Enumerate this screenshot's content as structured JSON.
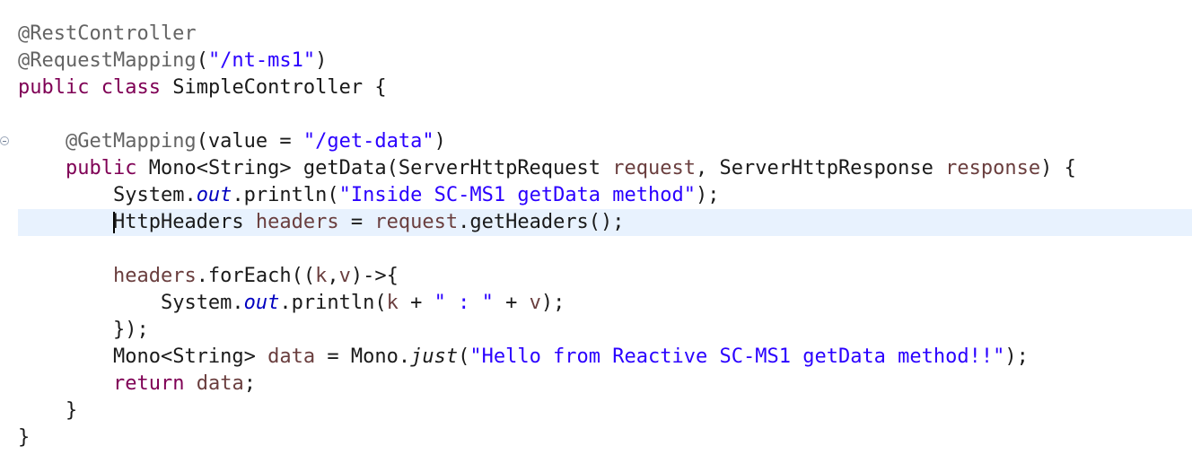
{
  "editor": {
    "lines": [
      {
        "indent": "",
        "tokens": [
          {
            "t": "ann",
            "v": "@RestController"
          }
        ]
      },
      {
        "indent": "",
        "tokens": [
          {
            "t": "ann",
            "v": "@RequestMapping"
          },
          {
            "t": "p",
            "v": "("
          },
          {
            "t": "str",
            "v": "\"/nt-ms1\""
          },
          {
            "t": "p",
            "v": ")"
          }
        ]
      },
      {
        "indent": "",
        "tokens": [
          {
            "t": "kw",
            "v": "public"
          },
          {
            "t": "p",
            "v": " "
          },
          {
            "t": "kw",
            "v": "class"
          },
          {
            "t": "p",
            "v": " SimpleController {"
          }
        ]
      },
      {
        "indent": "",
        "tokens": []
      },
      {
        "indent": "    ",
        "fold": true,
        "tokens": [
          {
            "t": "ann",
            "v": "@GetMapping"
          },
          {
            "t": "p",
            "v": "(value = "
          },
          {
            "t": "str",
            "v": "\"/get-data\""
          },
          {
            "t": "p",
            "v": ")"
          }
        ]
      },
      {
        "indent": "    ",
        "tokens": [
          {
            "t": "kw",
            "v": "public"
          },
          {
            "t": "p",
            "v": " Mono<String> getData(ServerHttpRequest "
          },
          {
            "t": "var",
            "v": "request"
          },
          {
            "t": "p",
            "v": ", ServerHttpResponse "
          },
          {
            "t": "var",
            "v": "response"
          },
          {
            "t": "p",
            "v": ") {"
          }
        ]
      },
      {
        "indent": "        ",
        "tokens": [
          {
            "t": "p",
            "v": "System."
          },
          {
            "t": "fld",
            "v": "out"
          },
          {
            "t": "p",
            "v": ".println("
          },
          {
            "t": "str",
            "v": "\"Inside SC-MS1 getData method\""
          },
          {
            "t": "p",
            "v": ");"
          }
        ]
      },
      {
        "indent": "      ",
        "current": true,
        "caret": true,
        "tokens": [
          {
            "t": "p",
            "v": "HttpHeaders "
          },
          {
            "t": "var",
            "v": "headers"
          },
          {
            "t": "p",
            "v": " = "
          },
          {
            "t": "var",
            "v": "request"
          },
          {
            "t": "p",
            "v": ".getHeaders();"
          }
        ]
      },
      {
        "indent": "",
        "tokens": []
      },
      {
        "indent": "        ",
        "tokens": [
          {
            "t": "var",
            "v": "headers"
          },
          {
            "t": "p",
            "v": ".forEach(("
          },
          {
            "t": "var",
            "v": "k"
          },
          {
            "t": "p",
            "v": ","
          },
          {
            "t": "var",
            "v": "v"
          },
          {
            "t": "p",
            "v": ")->{"
          }
        ]
      },
      {
        "indent": "            ",
        "tokens": [
          {
            "t": "p",
            "v": "System."
          },
          {
            "t": "fld",
            "v": "out"
          },
          {
            "t": "p",
            "v": ".println("
          },
          {
            "t": "var",
            "v": "k"
          },
          {
            "t": "p",
            "v": " + "
          },
          {
            "t": "str",
            "v": "\" : \""
          },
          {
            "t": "p",
            "v": " + "
          },
          {
            "t": "var",
            "v": "v"
          },
          {
            "t": "p",
            "v": ");"
          }
        ]
      },
      {
        "indent": "        ",
        "tokens": [
          {
            "t": "p",
            "v": "});"
          }
        ]
      },
      {
        "indent": "        ",
        "tokens": [
          {
            "t": "p",
            "v": "Mono<String> "
          },
          {
            "t": "var",
            "v": "data"
          },
          {
            "t": "p",
            "v": " = Mono."
          },
          {
            "t": "st",
            "v": "just"
          },
          {
            "t": "p",
            "v": "("
          },
          {
            "t": "str",
            "v": "\"Hello from Reactive SC-MS1 getData method!!\""
          },
          {
            "t": "p",
            "v": ");"
          }
        ]
      },
      {
        "indent": "        ",
        "tokens": [
          {
            "t": "kw",
            "v": "return"
          },
          {
            "t": "p",
            "v": " "
          },
          {
            "t": "var",
            "v": "data"
          },
          {
            "t": "p",
            "v": ";"
          }
        ]
      },
      {
        "indent": "    ",
        "tokens": [
          {
            "t": "p",
            "v": "}"
          }
        ]
      },
      {
        "indent": "",
        "tokens": [
          {
            "t": "p",
            "v": "}"
          }
        ]
      }
    ]
  }
}
